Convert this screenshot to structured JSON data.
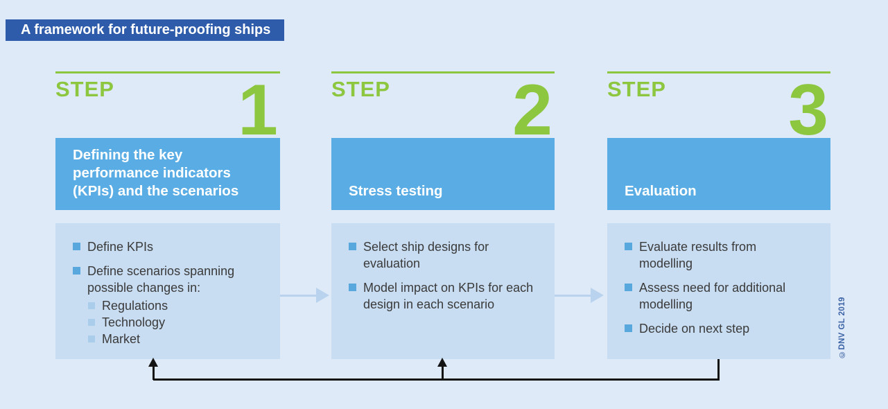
{
  "page": {
    "title": "A framework for future-proofing ships",
    "copyright": "©DNV GL 2019"
  },
  "colors": {
    "background": "#dfeaf8",
    "title_bar": "#2e5caa",
    "green": "#8dc63f",
    "header_box": "#5aade4",
    "body_box": "#c8ddf2",
    "bullet": "#58a8de",
    "sub_bullet": "#a9cdea",
    "flow_arrow": "#b9d3ee",
    "ink": "#141414",
    "text_dark": "#3a3a3a",
    "copyright_text": "#3c63a6"
  },
  "steps": [
    {
      "label": "STEP",
      "number": "1",
      "header": "Defining the key performance indicators (KPIs) and the scenarios",
      "bullets": [
        {
          "text": "Define KPIs"
        },
        {
          "text": "Define scenarios spanning possible changes in:",
          "sub": [
            "Regulations",
            "Technology",
            "Market"
          ]
        }
      ]
    },
    {
      "label": "STEP",
      "number": "2",
      "header": "Stress testing",
      "bullets": [
        {
          "text": "Select ship designs for evaluation"
        },
        {
          "text": "Model impact on KPIs for each design in each scenario"
        }
      ]
    },
    {
      "label": "STEP",
      "number": "3",
      "header": "Evaluation",
      "bullets": [
        {
          "text": "Evaluate results from modelling"
        },
        {
          "text": "Assess need for additional modelling"
        },
        {
          "text": "Decide on next step"
        }
      ]
    }
  ]
}
